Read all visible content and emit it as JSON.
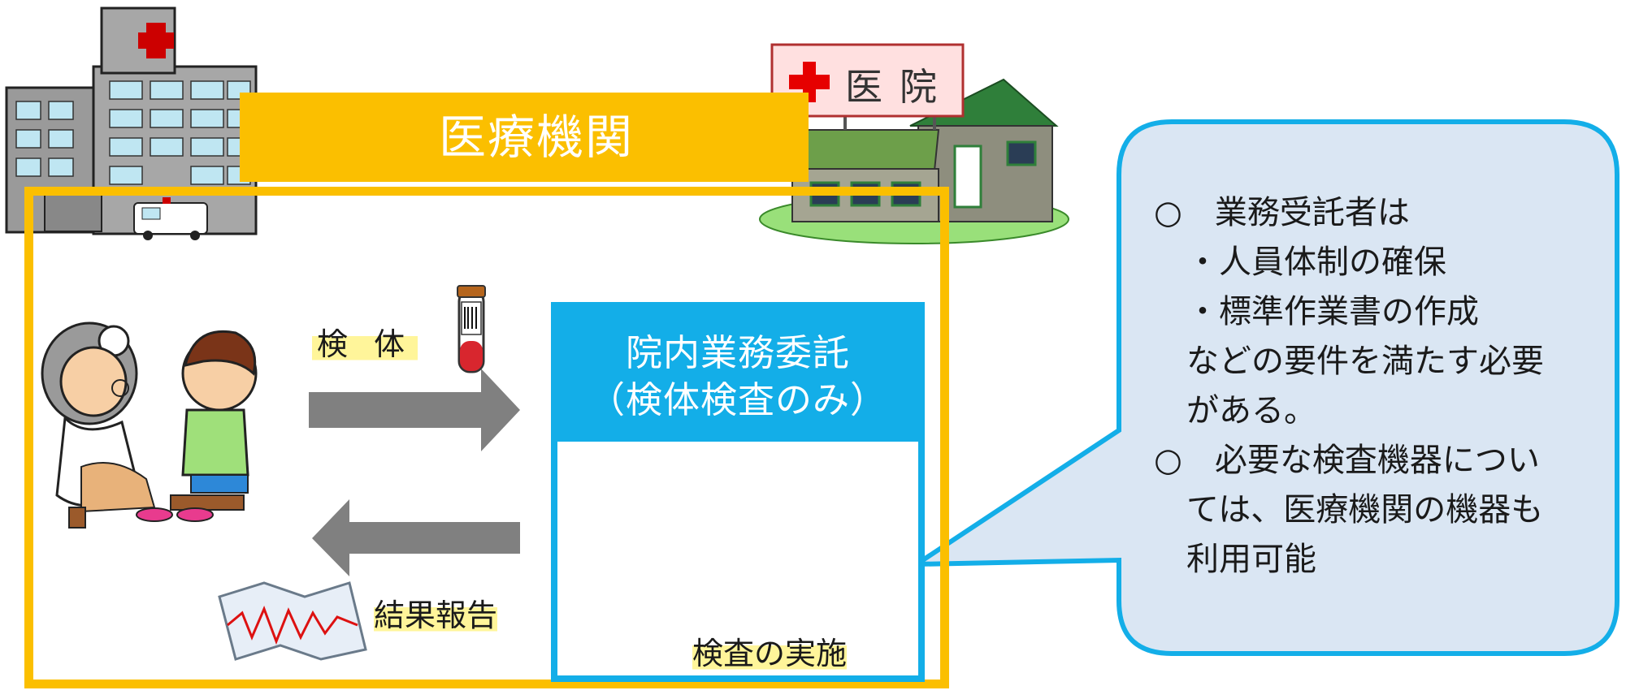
{
  "banner_title": "医療機関",
  "clinic_sign": {
    "char1": "医",
    "char2": "院"
  },
  "outsource": {
    "header_line1": "院内業務委託",
    "header_line2": "（検体検査のみ）",
    "exec_label": "検査の実施"
  },
  "flow": {
    "specimen_label": "検 体",
    "result_label": "結果報告"
  },
  "callout": {
    "lines": [
      "○　業務受託者は",
      "　・人員体制の確保",
      "　・標準作業書の作成",
      "　などの要件を満たす必要",
      "　がある。",
      "○　必要な検査機器につい",
      "　ては、医療機関の機器も",
      "　利用可能"
    ]
  },
  "colors": {
    "frame": "#fbbf00",
    "outsource_blue": "#13aee8",
    "callout_fill": "#dae6f3",
    "callout_border": "#13aee8",
    "arrow": "#808080",
    "highlight": "#fff59a"
  }
}
